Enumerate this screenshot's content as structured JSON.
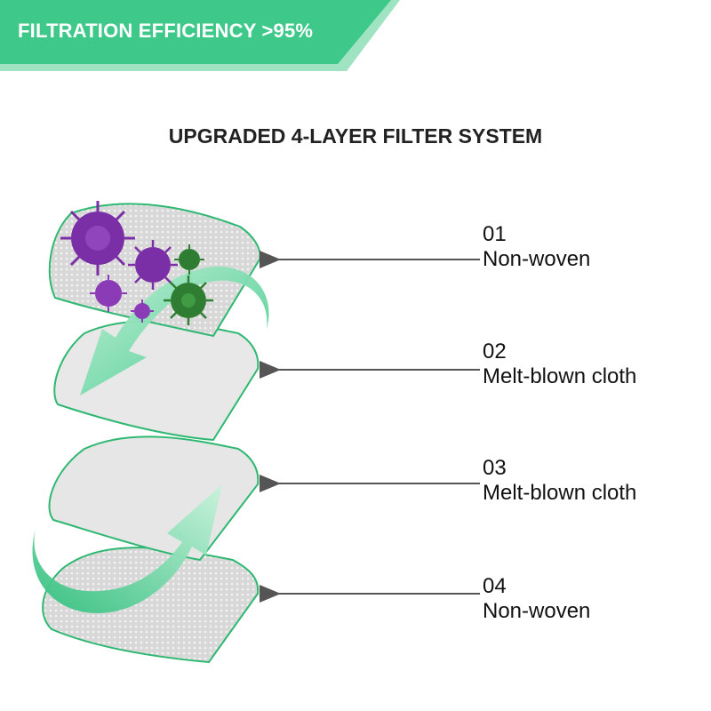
{
  "banner": {
    "text": "FILTRATION EFFICIENCY >95%",
    "color": "#3ec98a"
  },
  "title": "UPGRADED 4-LAYER FILTER SYSTEM",
  "layers": [
    {
      "number": "01",
      "name": "Non-woven"
    },
    {
      "number": "02",
      "name": "Melt-blown cloth"
    },
    {
      "number": "03",
      "name": "Melt-blown cloth"
    },
    {
      "number": "04",
      "name": "Non-woven"
    }
  ],
  "colors": {
    "accent": "#3ec98a",
    "layer_fill": "#dcdcdc",
    "layer_edge": "#2fb872",
    "virus_purple": "#7b2fa6",
    "virus_green": "#2e7d32",
    "arrow_line": "#555555"
  },
  "icons": [
    "virus-icon",
    "flow-arrow-icon",
    "pointer-arrow-icon"
  ]
}
